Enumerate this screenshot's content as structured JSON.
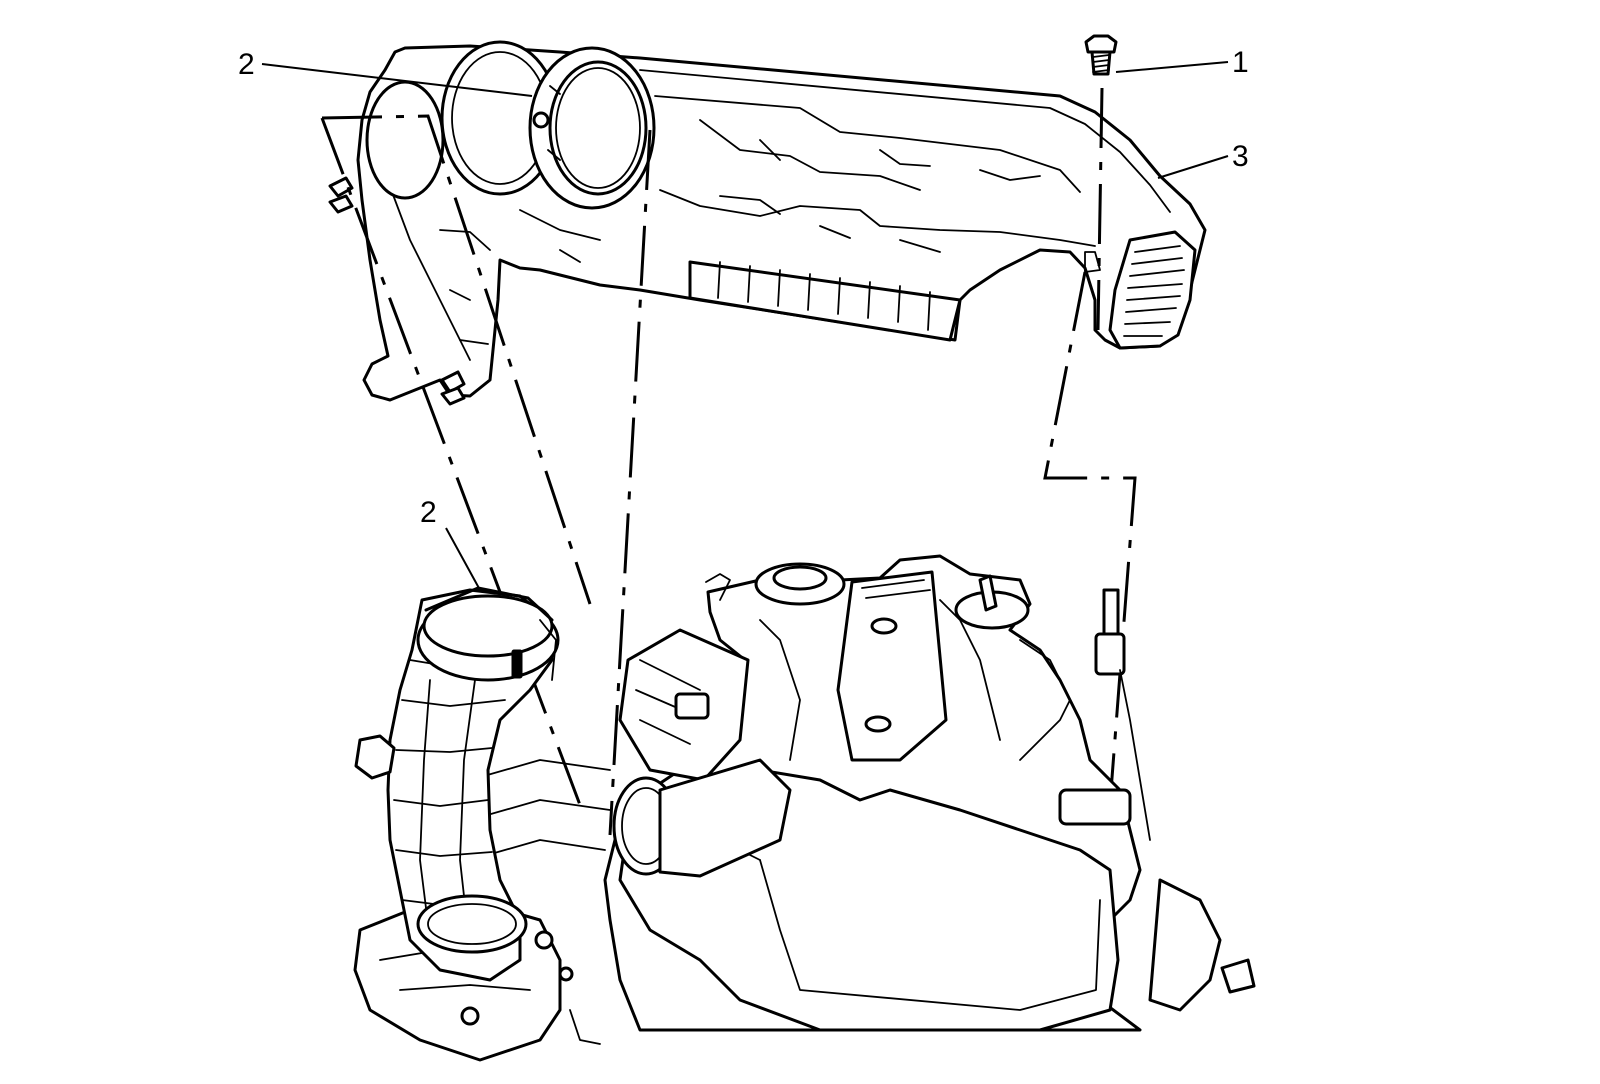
{
  "callouts": [
    {
      "id": "bolt",
      "label": "1"
    },
    {
      "id": "clamp-upper",
      "label": "2"
    },
    {
      "id": "clamp-lower",
      "label": "2"
    },
    {
      "id": "air-cleaner-housing",
      "label": "3"
    }
  ]
}
